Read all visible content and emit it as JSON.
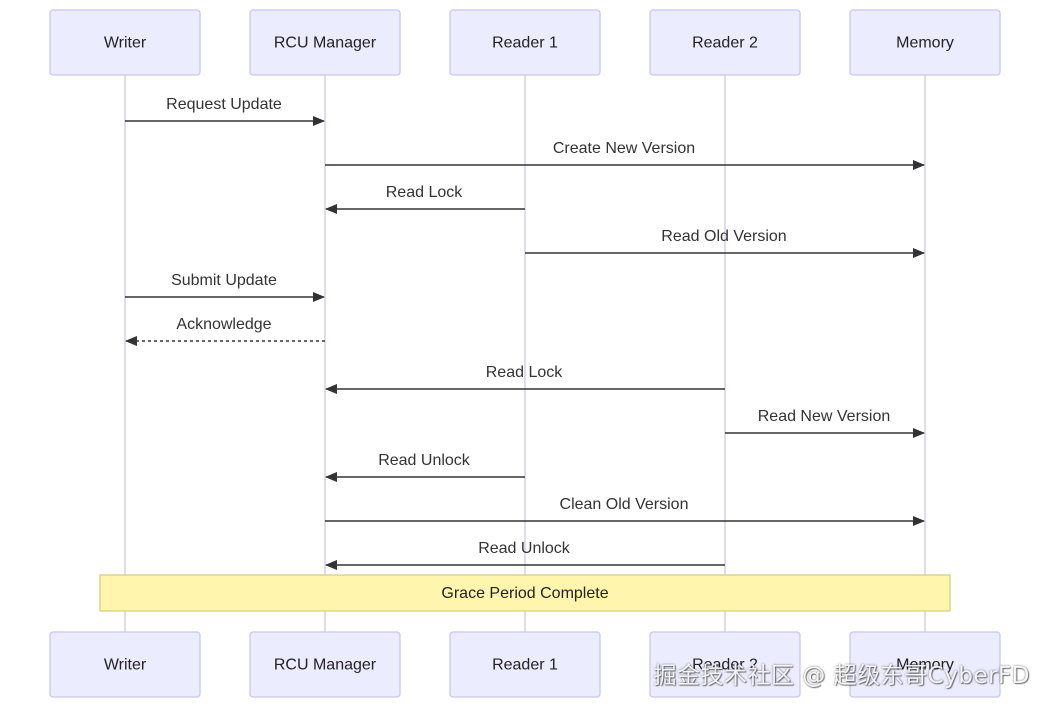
{
  "participants": [
    {
      "id": "writer",
      "label": "Writer"
    },
    {
      "id": "rcu",
      "label": "RCU Manager"
    },
    {
      "id": "reader1",
      "label": "Reader 1"
    },
    {
      "id": "reader2",
      "label": "Reader 2"
    },
    {
      "id": "memory",
      "label": "Memory"
    }
  ],
  "messages": [
    {
      "from": "writer",
      "to": "rcu",
      "label": "Request Update",
      "style": "solid"
    },
    {
      "from": "rcu",
      "to": "memory",
      "label": "Create New Version",
      "style": "solid"
    },
    {
      "from": "reader1",
      "to": "rcu",
      "label": "Read Lock",
      "style": "solid"
    },
    {
      "from": "reader1",
      "to": "memory",
      "label": "Read Old Version",
      "style": "solid"
    },
    {
      "from": "writer",
      "to": "rcu",
      "label": "Submit Update",
      "style": "solid"
    },
    {
      "from": "rcu",
      "to": "writer",
      "label": "Acknowledge",
      "style": "dashed"
    },
    {
      "from": "reader2",
      "to": "rcu",
      "label": "Read Lock",
      "style": "solid"
    },
    {
      "from": "reader2",
      "to": "memory",
      "label": "Read New Version",
      "style": "solid"
    },
    {
      "from": "reader1",
      "to": "rcu",
      "label": "Read Unlock",
      "style": "solid"
    },
    {
      "from": "rcu",
      "to": "memory",
      "label": "Clean Old Version",
      "style": "solid"
    },
    {
      "from": "reader2",
      "to": "rcu",
      "label": "Read Unlock",
      "style": "solid"
    }
  ],
  "note": {
    "text": "Grace Period Complete",
    "over": [
      "writer",
      "memory"
    ]
  },
  "colors": {
    "actor_fill": "#ECECFF",
    "actor_border": "#C9C7EF",
    "lifeline": "#CFCDE6",
    "arrow": "#333333",
    "note_fill": "#FFF5AD",
    "note_border": "#D5CD73"
  },
  "watermark": "掘金技术社区 @ 超级东哥CyberFD"
}
